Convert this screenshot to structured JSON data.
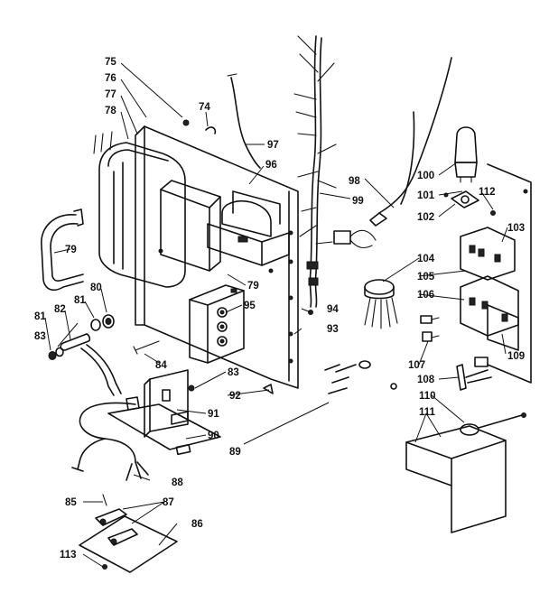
{
  "callouts": [
    {
      "id": "75",
      "text": "75"
    },
    {
      "id": "76",
      "text": "76"
    },
    {
      "id": "77",
      "text": "77"
    },
    {
      "id": "78",
      "text": "78"
    },
    {
      "id": "74",
      "text": "74"
    },
    {
      "id": "97",
      "text": "97"
    },
    {
      "id": "96",
      "text": "96"
    },
    {
      "id": "79a",
      "text": "79"
    },
    {
      "id": "79b",
      "text": "79"
    },
    {
      "id": "80",
      "text": "80"
    },
    {
      "id": "81a",
      "text": "81"
    },
    {
      "id": "81b",
      "text": "81"
    },
    {
      "id": "82",
      "text": "82"
    },
    {
      "id": "83a",
      "text": "83"
    },
    {
      "id": "83b",
      "text": "83"
    },
    {
      "id": "84",
      "text": "84"
    },
    {
      "id": "95",
      "text": "95"
    },
    {
      "id": "94",
      "text": "94"
    },
    {
      "id": "93",
      "text": "93"
    },
    {
      "id": "92",
      "text": "92"
    },
    {
      "id": "91",
      "text": "91"
    },
    {
      "id": "90",
      "text": "90"
    },
    {
      "id": "89",
      "text": "89"
    },
    {
      "id": "88",
      "text": "88"
    },
    {
      "id": "85",
      "text": "85"
    },
    {
      "id": "87",
      "text": "87"
    },
    {
      "id": "86",
      "text": "86"
    },
    {
      "id": "113",
      "text": "113"
    },
    {
      "id": "98",
      "text": "98"
    },
    {
      "id": "99",
      "text": "99"
    },
    {
      "id": "100",
      "text": "100"
    },
    {
      "id": "101",
      "text": "101"
    },
    {
      "id": "112",
      "text": "112"
    },
    {
      "id": "102",
      "text": "102"
    },
    {
      "id": "103",
      "text": "103"
    },
    {
      "id": "104",
      "text": "104"
    },
    {
      "id": "105",
      "text": "105"
    },
    {
      "id": "106",
      "text": "106"
    },
    {
      "id": "107",
      "text": "107"
    },
    {
      "id": "108",
      "text": "108"
    },
    {
      "id": "109",
      "text": "109"
    },
    {
      "id": "110",
      "text": "110"
    },
    {
      "id": "111",
      "text": "111"
    }
  ]
}
